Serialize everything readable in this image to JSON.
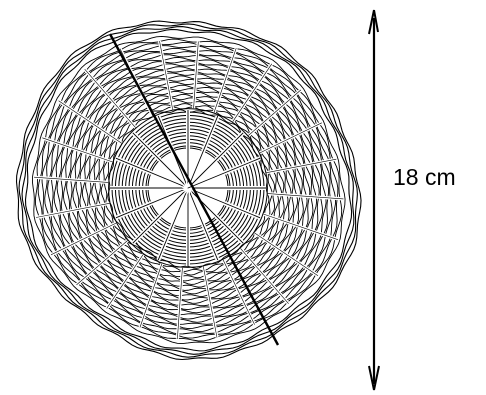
{
  "measurement": {
    "label": "18 cm"
  },
  "colors": {
    "stroke": "#000000",
    "background": "#ffffff"
  },
  "figure": {
    "subject": "woven-basket-top-view",
    "measured_quantity": "diameter"
  }
}
